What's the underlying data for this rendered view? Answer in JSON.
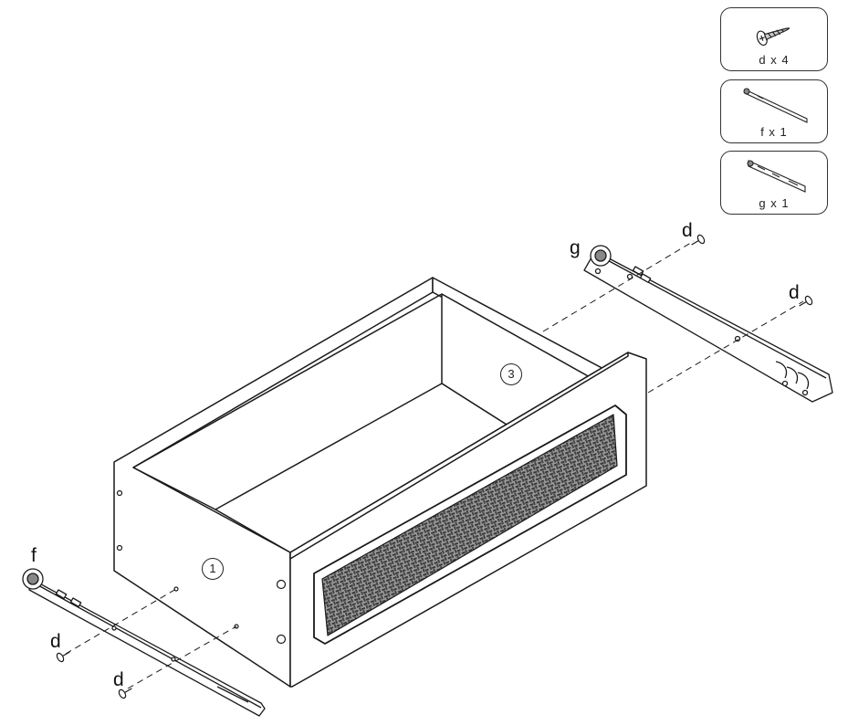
{
  "parts": [
    {
      "id": "d",
      "label": "d x 4",
      "icon": "screw-icon"
    },
    {
      "id": "f",
      "label": "f x 1",
      "icon": "left-rail-icon"
    },
    {
      "id": "g",
      "label": "g x 1",
      "icon": "right-rail-icon"
    }
  ],
  "callouts": {
    "f": "f",
    "g": "g",
    "d": "d"
  },
  "panel_numbers": {
    "side": "1",
    "back": "3"
  },
  "colors": {
    "line": "#1a1a1a",
    "mesh": "#6e6e6e"
  }
}
